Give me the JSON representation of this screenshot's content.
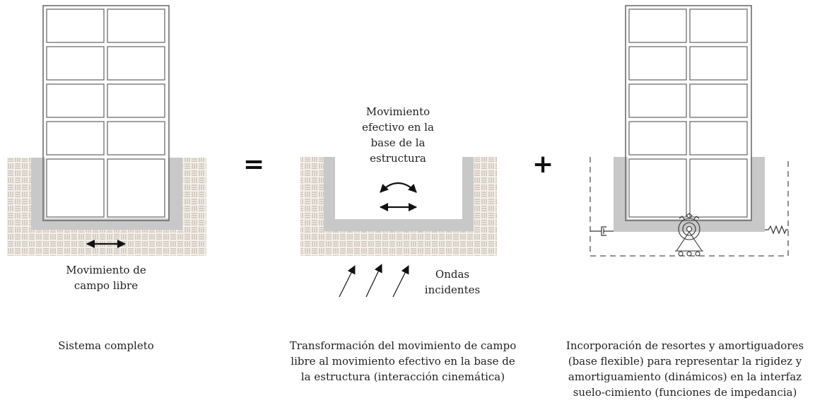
{
  "panel_left": {
    "motion_label": [
      "Movimiento de",
      "campo libre"
    ],
    "caption": "Sistema completo"
  },
  "operators": {
    "equals": "=",
    "plus": "+"
  },
  "panel_middle": {
    "effective_label": [
      "Movimiento",
      "efectivo en la",
      "base de la",
      "estructura"
    ],
    "waves_label": [
      "Ondas",
      "incidentes"
    ],
    "caption": [
      "Transformación del movimiento de campo",
      "libre al movimiento efectivo en la base de",
      "la estructura (interacción cinemática)"
    ]
  },
  "panel_right": {
    "caption": [
      "Incorporación de resortes y amortiguadores",
      "(base flexible) para representar la rigidez y",
      "amortiguamiento (dinámicos) en la interfaz",
      "suelo-cimiento (funciones de impedancia)"
    ]
  },
  "colors": {
    "wall": "#c8c8c8",
    "soil_line": "#9a8a7a",
    "frame": "#6e6e6e",
    "ink": "#111111"
  }
}
